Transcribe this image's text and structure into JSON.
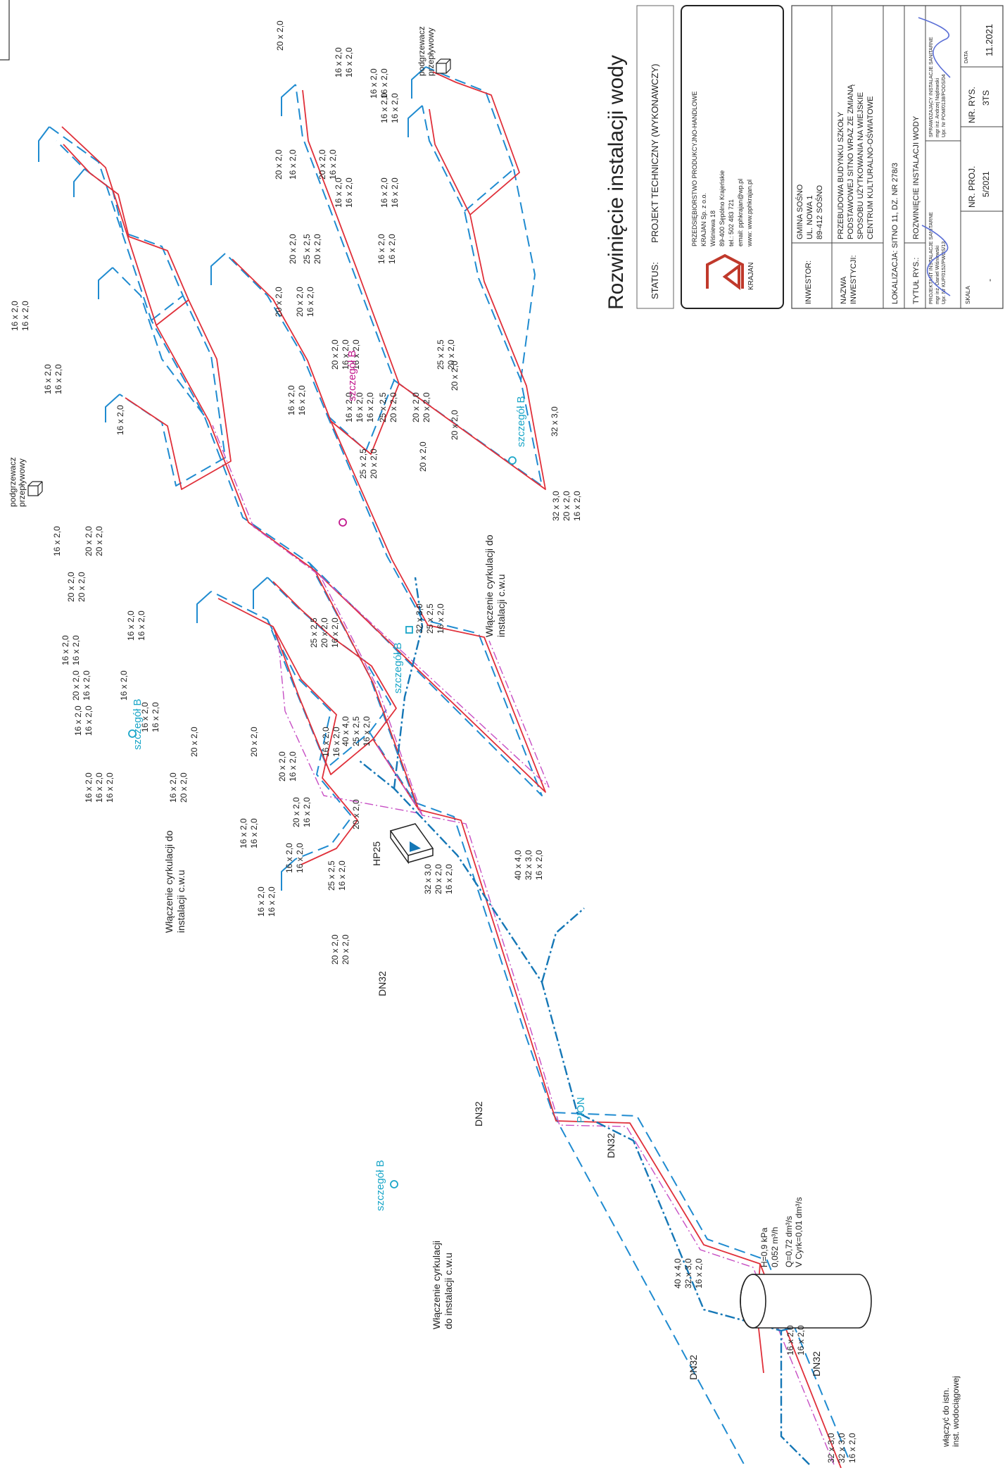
{
  "title_block": {
    "title": "Rozwinięcie instalacji wody",
    "status_label": "STATUS:",
    "status_value": "PROJEKT TECHNICZNY (WYKONAWCZY)",
    "company_name": "PRZEDSIĘBIORSTWO PRODUKCYJNO-HANDLOWE",
    "company_short": "KRAJAN Sp. z o.o.",
    "company_address1": "Wiśniewa 18",
    "company_address2": "89-400 Sępólno Krajeńskie",
    "company_tel": "tel.: 502 483 721",
    "company_email": "email: pphkrajan@wp.pl",
    "company_www": "www: www.pphkrajan.pl",
    "logo_text": "KRAJAN",
    "investor_label": "INWESTOR:",
    "investor_line1": "GMINA SOŚNO",
    "investor_line2": "UL. NOWA 1",
    "investor_line3": "89-412 SOŚNO",
    "investment_label1": "NAZWA",
    "investment_label2": "INWESTYCJI:",
    "investment_line1": "PRZEBUDOWA BUDYNKU SZKOŁY",
    "investment_line2": "PODSTAWOWEJ SITNO WRAZ ZE ZMIANĄ",
    "investment_line3": "SPOSOBU UŻYTKOWANIA NA WIEJSKIE",
    "investment_line4": "CENTRUM KULTURALNO-OŚWIATOWE",
    "location": "LOKALIZACJA: SITNO 11, DZ. NR 278/3",
    "drawing_title_label": "TYTUŁ RYS.:",
    "drawing_title": "ROZWINIĘCIE INSTALACJI WODY",
    "designer_label": "PROJEKTANT INSTALACJE SANITARNE",
    "designer_name": "mgr inż. Daniel Wiśniewski",
    "designer_perm": "Upr. Nr KUP/0152/PWOS/13",
    "checker_label": "SPRAWDZAJĄCY INSTALACJE SANITARNE",
    "checker_name": "mgr inż. Andrzej Najdowski",
    "checker_perm": "Upr. Nr POM/0138/POOS/04",
    "scale_label": "SKALA",
    "scale_value": "-",
    "proj_label": "NR. PROJ.",
    "proj_value": "5/2021",
    "rys_label": "NR. RYS.",
    "rys_value": "3TS",
    "date_label": "DATA",
    "date_value": "11.2021"
  },
  "labels": {
    "hp25": "HP25",
    "dn32": "DN32",
    "pion": "PION",
    "szczegol_b": "szczegół B",
    "wl_cyrk_1": "Włączenie cyrkulacji do",
    "wl_cyrk_2": "instalacji c.w.u",
    "wl_cyrk_3": "Włączenie cyrkulacji",
    "wl_cyrk_4": "do instalacji c.w.u",
    "podgrz_1": "podgrzewacz",
    "podgrz_2": "przepływowy",
    "podgrz_3": "podgrzewacz",
    "podgrz_4": "przepływowy",
    "connect_1": "włączyć do istn.",
    "connect_2": "inst. wodociągowej",
    "pump_h": "H=0,9 kPa",
    "pump_q": "0,052 m³/h",
    "pump_q2": "Q=0,72 dm³/s",
    "pump_v": "V Cyrk=0,01 dm³/s"
  },
  "dims": {
    "d16": "16 x 2,0",
    "d20": "20 x 2,0",
    "d25": "25 x 2,5",
    "d32": "32 x 3,0",
    "d40": "40 x 4,0"
  },
  "colors": {
    "cold": "#1f8bd0",
    "hot": "#e0303a",
    "circ": "#c74fc4",
    "dn": "#1577b6",
    "callout": "#1aa6c8"
  }
}
